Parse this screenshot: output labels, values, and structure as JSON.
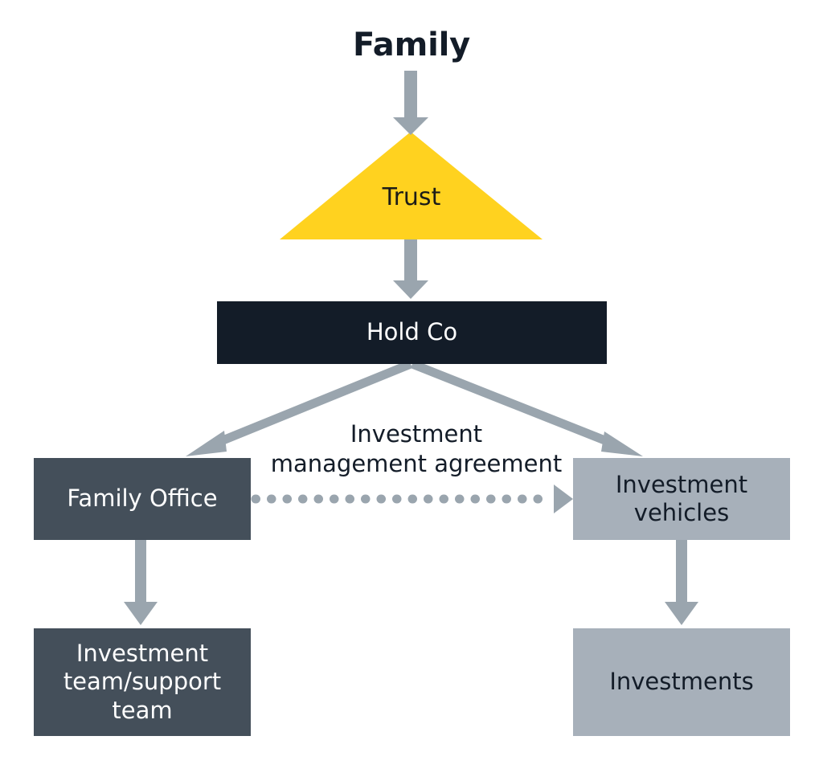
{
  "diagram": {
    "title": "Family",
    "background_color": "#ffffff",
    "palette": {
      "dark_navy": "#131c28",
      "slate": "#444f5a",
      "light_slate": "#a7b0ba",
      "yellow": "#ffd21f",
      "connector_gray": "#9aa5ae",
      "text_light": "#ffffff",
      "text_dark": "#131c28"
    },
    "nodes": {
      "family": {
        "label": "Family",
        "shape": "text-heading"
      },
      "trust": {
        "label": "Trust",
        "shape": "triangle",
        "fill": "#ffd21f"
      },
      "hold_co": {
        "label": "Hold Co",
        "shape": "rect",
        "fill": "#131c28"
      },
      "family_office": {
        "label": "Family Office",
        "shape": "rect",
        "fill": "#444f5a"
      },
      "investment_vehicles": {
        "label": "Investment\nvehicles",
        "shape": "rect",
        "fill": "#a7b0ba"
      },
      "investment_team": {
        "label": "Investment\nteam/support\nteam",
        "shape": "rect",
        "fill": "#444f5a"
      },
      "investments": {
        "label": "Investments",
        "shape": "rect",
        "fill": "#a7b0ba"
      }
    },
    "edges": [
      {
        "from": "family",
        "to": "trust",
        "style": "solid-arrow",
        "label": ""
      },
      {
        "from": "trust",
        "to": "hold_co",
        "style": "solid-arrow",
        "label": ""
      },
      {
        "from": "hold_co",
        "to": "family_office",
        "style": "solid-arrow",
        "label": ""
      },
      {
        "from": "hold_co",
        "to": "investment_vehicles",
        "style": "solid-arrow",
        "label": ""
      },
      {
        "from": "family_office",
        "to": "investment_vehicles",
        "style": "dotted-arrow",
        "label": "Investment\nmanagement agreement"
      },
      {
        "from": "family_office",
        "to": "investment_team",
        "style": "solid-arrow",
        "label": ""
      },
      {
        "from": "investment_vehicles",
        "to": "investments",
        "style": "solid-arrow",
        "label": ""
      }
    ],
    "annotations": {
      "investment_management_agreement": "Investment\nmanagement agreement"
    }
  }
}
